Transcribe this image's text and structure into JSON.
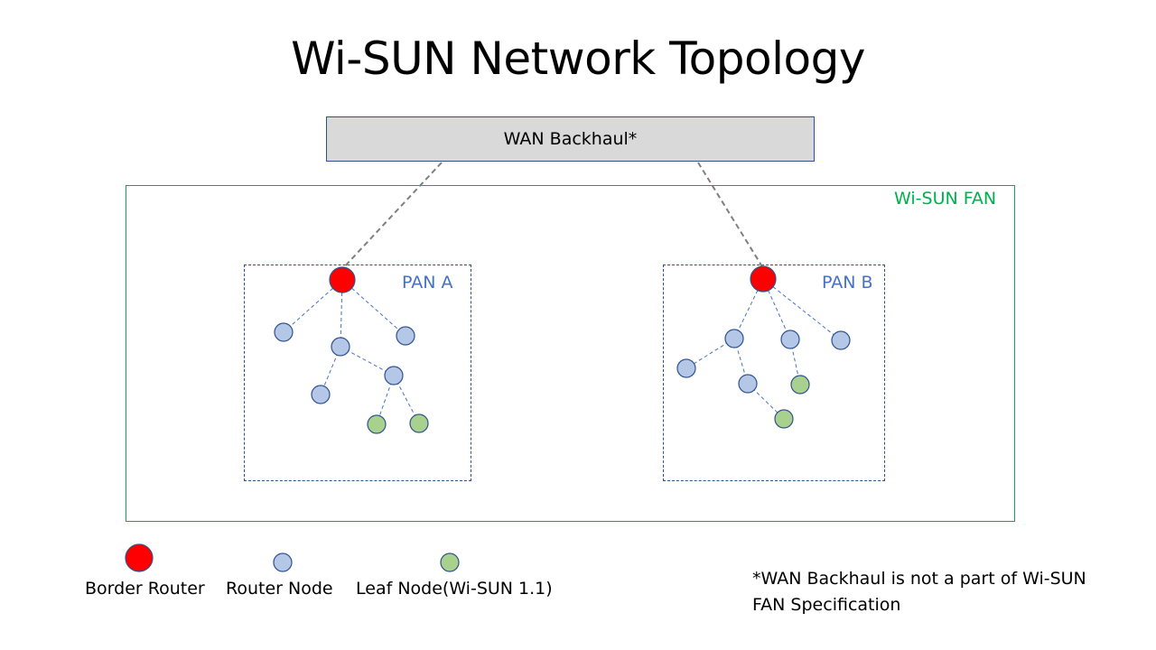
{
  "title": "Wi-SUN Network Topology",
  "wan": {
    "label": "WAN Backhaul*"
  },
  "fan": {
    "label": "Wi-SUN FAN"
  },
  "pans": [
    {
      "label": "PAN A"
    },
    {
      "label": "PAN B"
    }
  ],
  "legend": [
    {
      "label": "Border Router",
      "node_type": "border-router"
    },
    {
      "label": "Router Node",
      "node_type": "router-node"
    },
    {
      "label": "Leaf Node(Wi-SUN 1.1)",
      "node_type": "leaf-node"
    }
  ],
  "footnote": {
    "line1": "*WAN Backhaul is not a part of Wi-SUN",
    "line2": "FAN Specification"
  },
  "colors": {
    "border_router": "#ff0000",
    "router_node": "#b4c7e7",
    "leaf_node": "#a9d18e",
    "node_stroke": "#2f528f",
    "fan_border": "#00b050",
    "pan_label": "#4472c4",
    "wan_fill": "#d9d9d9"
  },
  "topology": {
    "pan_a": {
      "nodes": [
        {
          "id": "a0",
          "type": "border-router"
        },
        {
          "id": "a1",
          "type": "router-node"
        },
        {
          "id": "a2",
          "type": "router-node"
        },
        {
          "id": "a3",
          "type": "router-node"
        },
        {
          "id": "a4",
          "type": "router-node"
        },
        {
          "id": "a5",
          "type": "router-node"
        },
        {
          "id": "a6",
          "type": "leaf-node"
        },
        {
          "id": "a7",
          "type": "leaf-node"
        }
      ],
      "links": [
        [
          "a0",
          "a1"
        ],
        [
          "a0",
          "a2"
        ],
        [
          "a0",
          "a3"
        ],
        [
          "a2",
          "a4"
        ],
        [
          "a2",
          "a5"
        ],
        [
          "a5",
          "a6"
        ],
        [
          "a5",
          "a7"
        ]
      ],
      "uplink": "wan"
    },
    "pan_b": {
      "nodes": [
        {
          "id": "b0",
          "type": "border-router"
        },
        {
          "id": "b1",
          "type": "router-node"
        },
        {
          "id": "b2",
          "type": "router-node"
        },
        {
          "id": "b3",
          "type": "router-node"
        },
        {
          "id": "b4",
          "type": "router-node"
        },
        {
          "id": "b5",
          "type": "router-node"
        },
        {
          "id": "b6",
          "type": "leaf-node"
        },
        {
          "id": "b7",
          "type": "leaf-node"
        }
      ],
      "links": [
        [
          "b0",
          "b1"
        ],
        [
          "b0",
          "b2"
        ],
        [
          "b0",
          "b3"
        ],
        [
          "b1",
          "b4"
        ],
        [
          "b1",
          "b5"
        ],
        [
          "b2",
          "b6"
        ],
        [
          "b5",
          "b7"
        ]
      ],
      "uplink": "wan"
    }
  }
}
